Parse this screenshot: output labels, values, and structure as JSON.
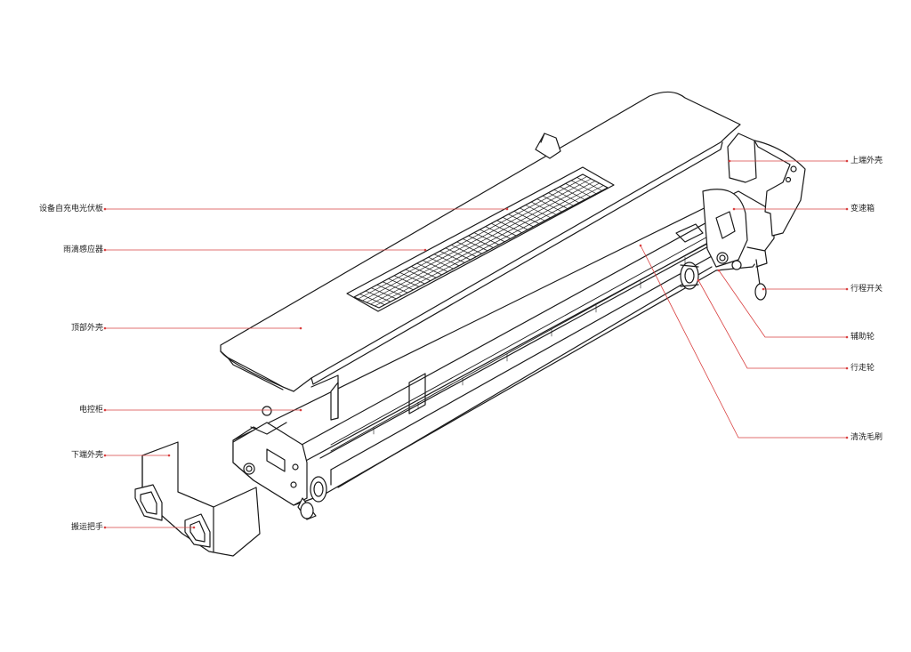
{
  "diagram": {
    "labels_left": [
      {
        "id": "pv",
        "text": "设备自充电光伏板"
      },
      {
        "id": "rain",
        "text": "雨滴感应器"
      },
      {
        "id": "top",
        "text": "顶部外壳"
      },
      {
        "id": "ctrl",
        "text": "电控柜"
      },
      {
        "id": "lower",
        "text": "下端外壳"
      },
      {
        "id": "handle",
        "text": "搬运把手"
      }
    ],
    "labels_right": [
      {
        "id": "upper",
        "text": "上端外壳"
      },
      {
        "id": "gear",
        "text": "变速箱"
      },
      {
        "id": "limit",
        "text": "行程开关"
      },
      {
        "id": "aux",
        "text": "辅助轮"
      },
      {
        "id": "wheel",
        "text": "行走轮"
      },
      {
        "id": "brush",
        "text": "清洗毛刷"
      }
    ],
    "leader_color": "#d94040",
    "stroke_color": "#1a1a1a"
  }
}
